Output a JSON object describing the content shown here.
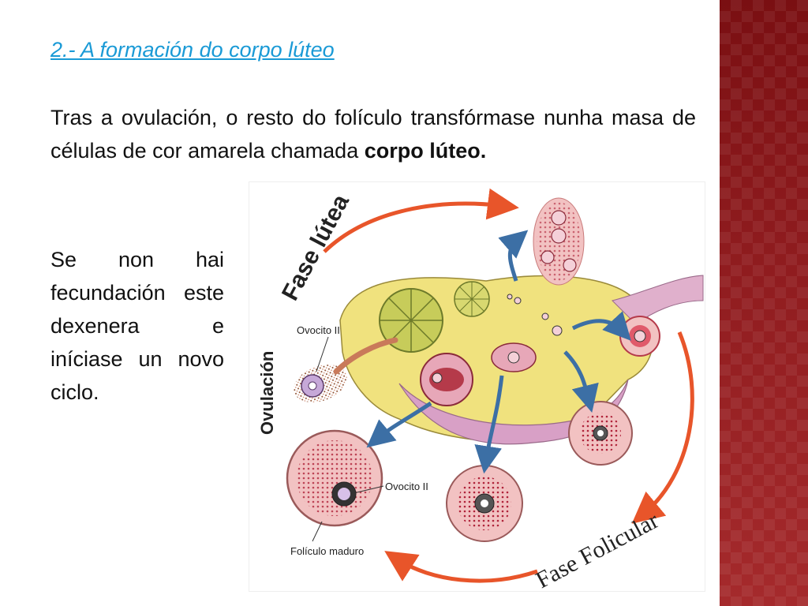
{
  "slide": {
    "title": "2.- A formación do corpo lúteo",
    "para1_text": "Tras a ovulación, o resto do folículo transfórmase nunha masa de células de cor amarela chamada",
    "para1_bold": "corpo lúteo.",
    "para2": "Se non hai fecundación este dexenera e iníciase un novo ciclo."
  },
  "diagram": {
    "label_fase_lutea": "Fase lútea",
    "label_ovulacion": "Ovulación",
    "label_fase_folicular": "Fase Folicular",
    "label_ovocito_top": "Ovocito II",
    "label_ovocito_bottom": "Ovocito II",
    "label_foliculo_maduro": "Folículo maduro"
  },
  "colors": {
    "title": "#1a9ad6",
    "sidebar": "#8e1b1e",
    "cycle_arrow": "#e8552a",
    "inner_arrow": "#3c6fa5"
  }
}
